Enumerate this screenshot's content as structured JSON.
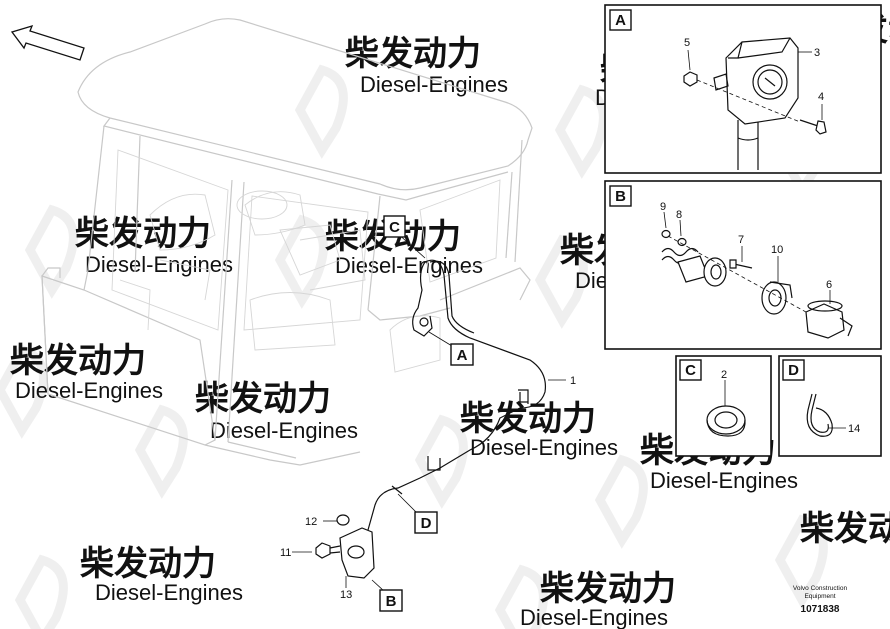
{
  "watermark": {
    "chinese": "柴发动力",
    "english": "Diesel-Engines"
  },
  "panels": [
    {
      "letter": "A",
      "callouts": [
        "5",
        "3",
        "4"
      ]
    },
    {
      "letter": "B",
      "callouts": [
        "9",
        "8",
        "7",
        "10",
        "6"
      ]
    },
    {
      "letter": "C",
      "callouts": [
        "2"
      ]
    },
    {
      "letter": "D",
      "callouts": [
        "14"
      ]
    }
  ],
  "main_callouts": [
    "1",
    "12",
    "11",
    "13"
  ],
  "main_detail_labels": [
    "C",
    "A",
    "D",
    "B"
  ],
  "credit": {
    "line1": "Volvo Construction",
    "line2": "Equipment",
    "number": "1071838"
  }
}
